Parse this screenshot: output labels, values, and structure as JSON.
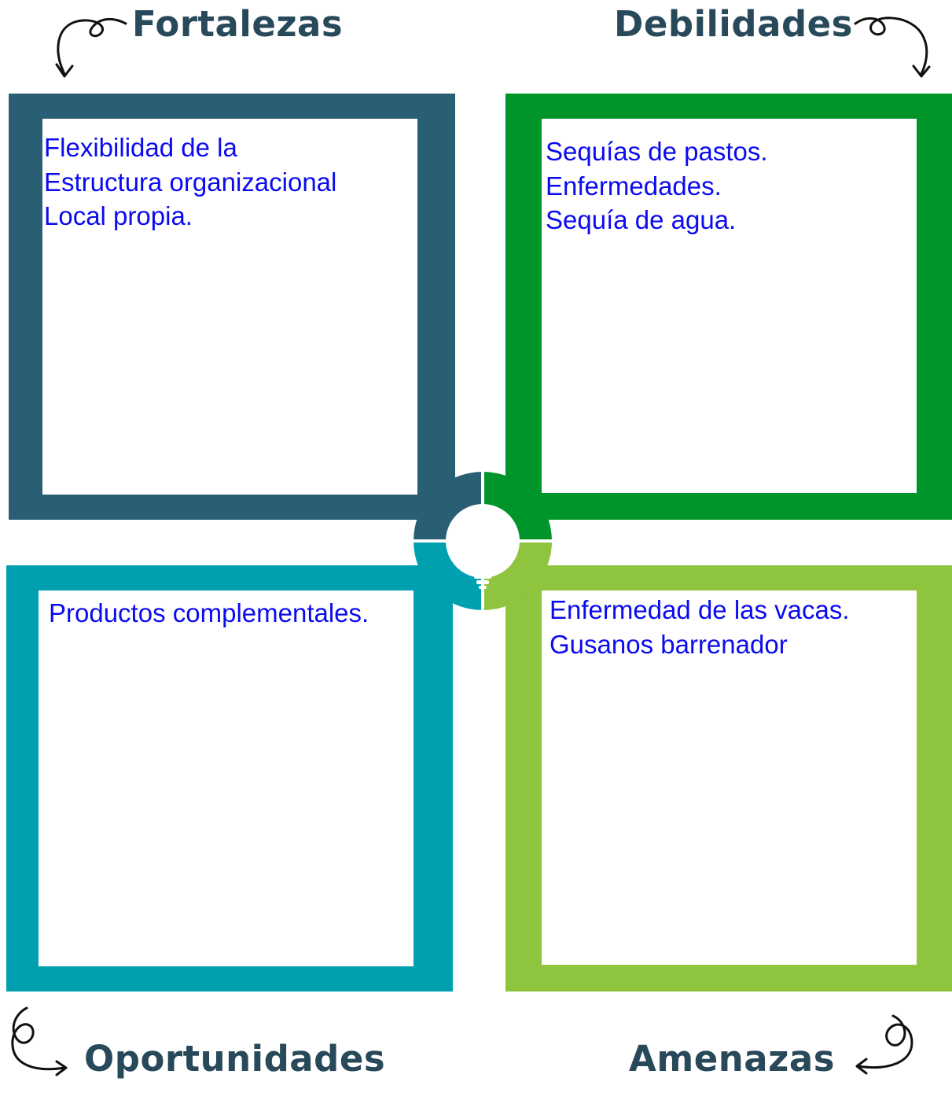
{
  "quadrants": {
    "fortalezas": {
      "title": "Fortalezas",
      "color": "#2a5e72",
      "items": [
        "Flexibilidad de la",
        "Estructura organizacional",
        "Local propia."
      ]
    },
    "debilidades": {
      "title": "Debilidades",
      "color": "#00952a",
      "items": [
        "Sequías de pastos.",
        "Enfermedades.",
        "Sequía de agua."
      ]
    },
    "oportunidades": {
      "title": "Oportunidades",
      "color": "#00a0b0",
      "items": [
        "Productos complementales."
      ]
    },
    "amenazas": {
      "title": "Amenazas",
      "color": "#8fc43f",
      "items": [
        "Enfermedad de las vacas.",
        "Gusanos barrenador"
      ]
    }
  },
  "center_icon": "lightbulb-icon",
  "corner_icons": [
    "curly-arrow-icon"
  ],
  "title_color": "#27495a",
  "text_color": "#0b0bf0"
}
